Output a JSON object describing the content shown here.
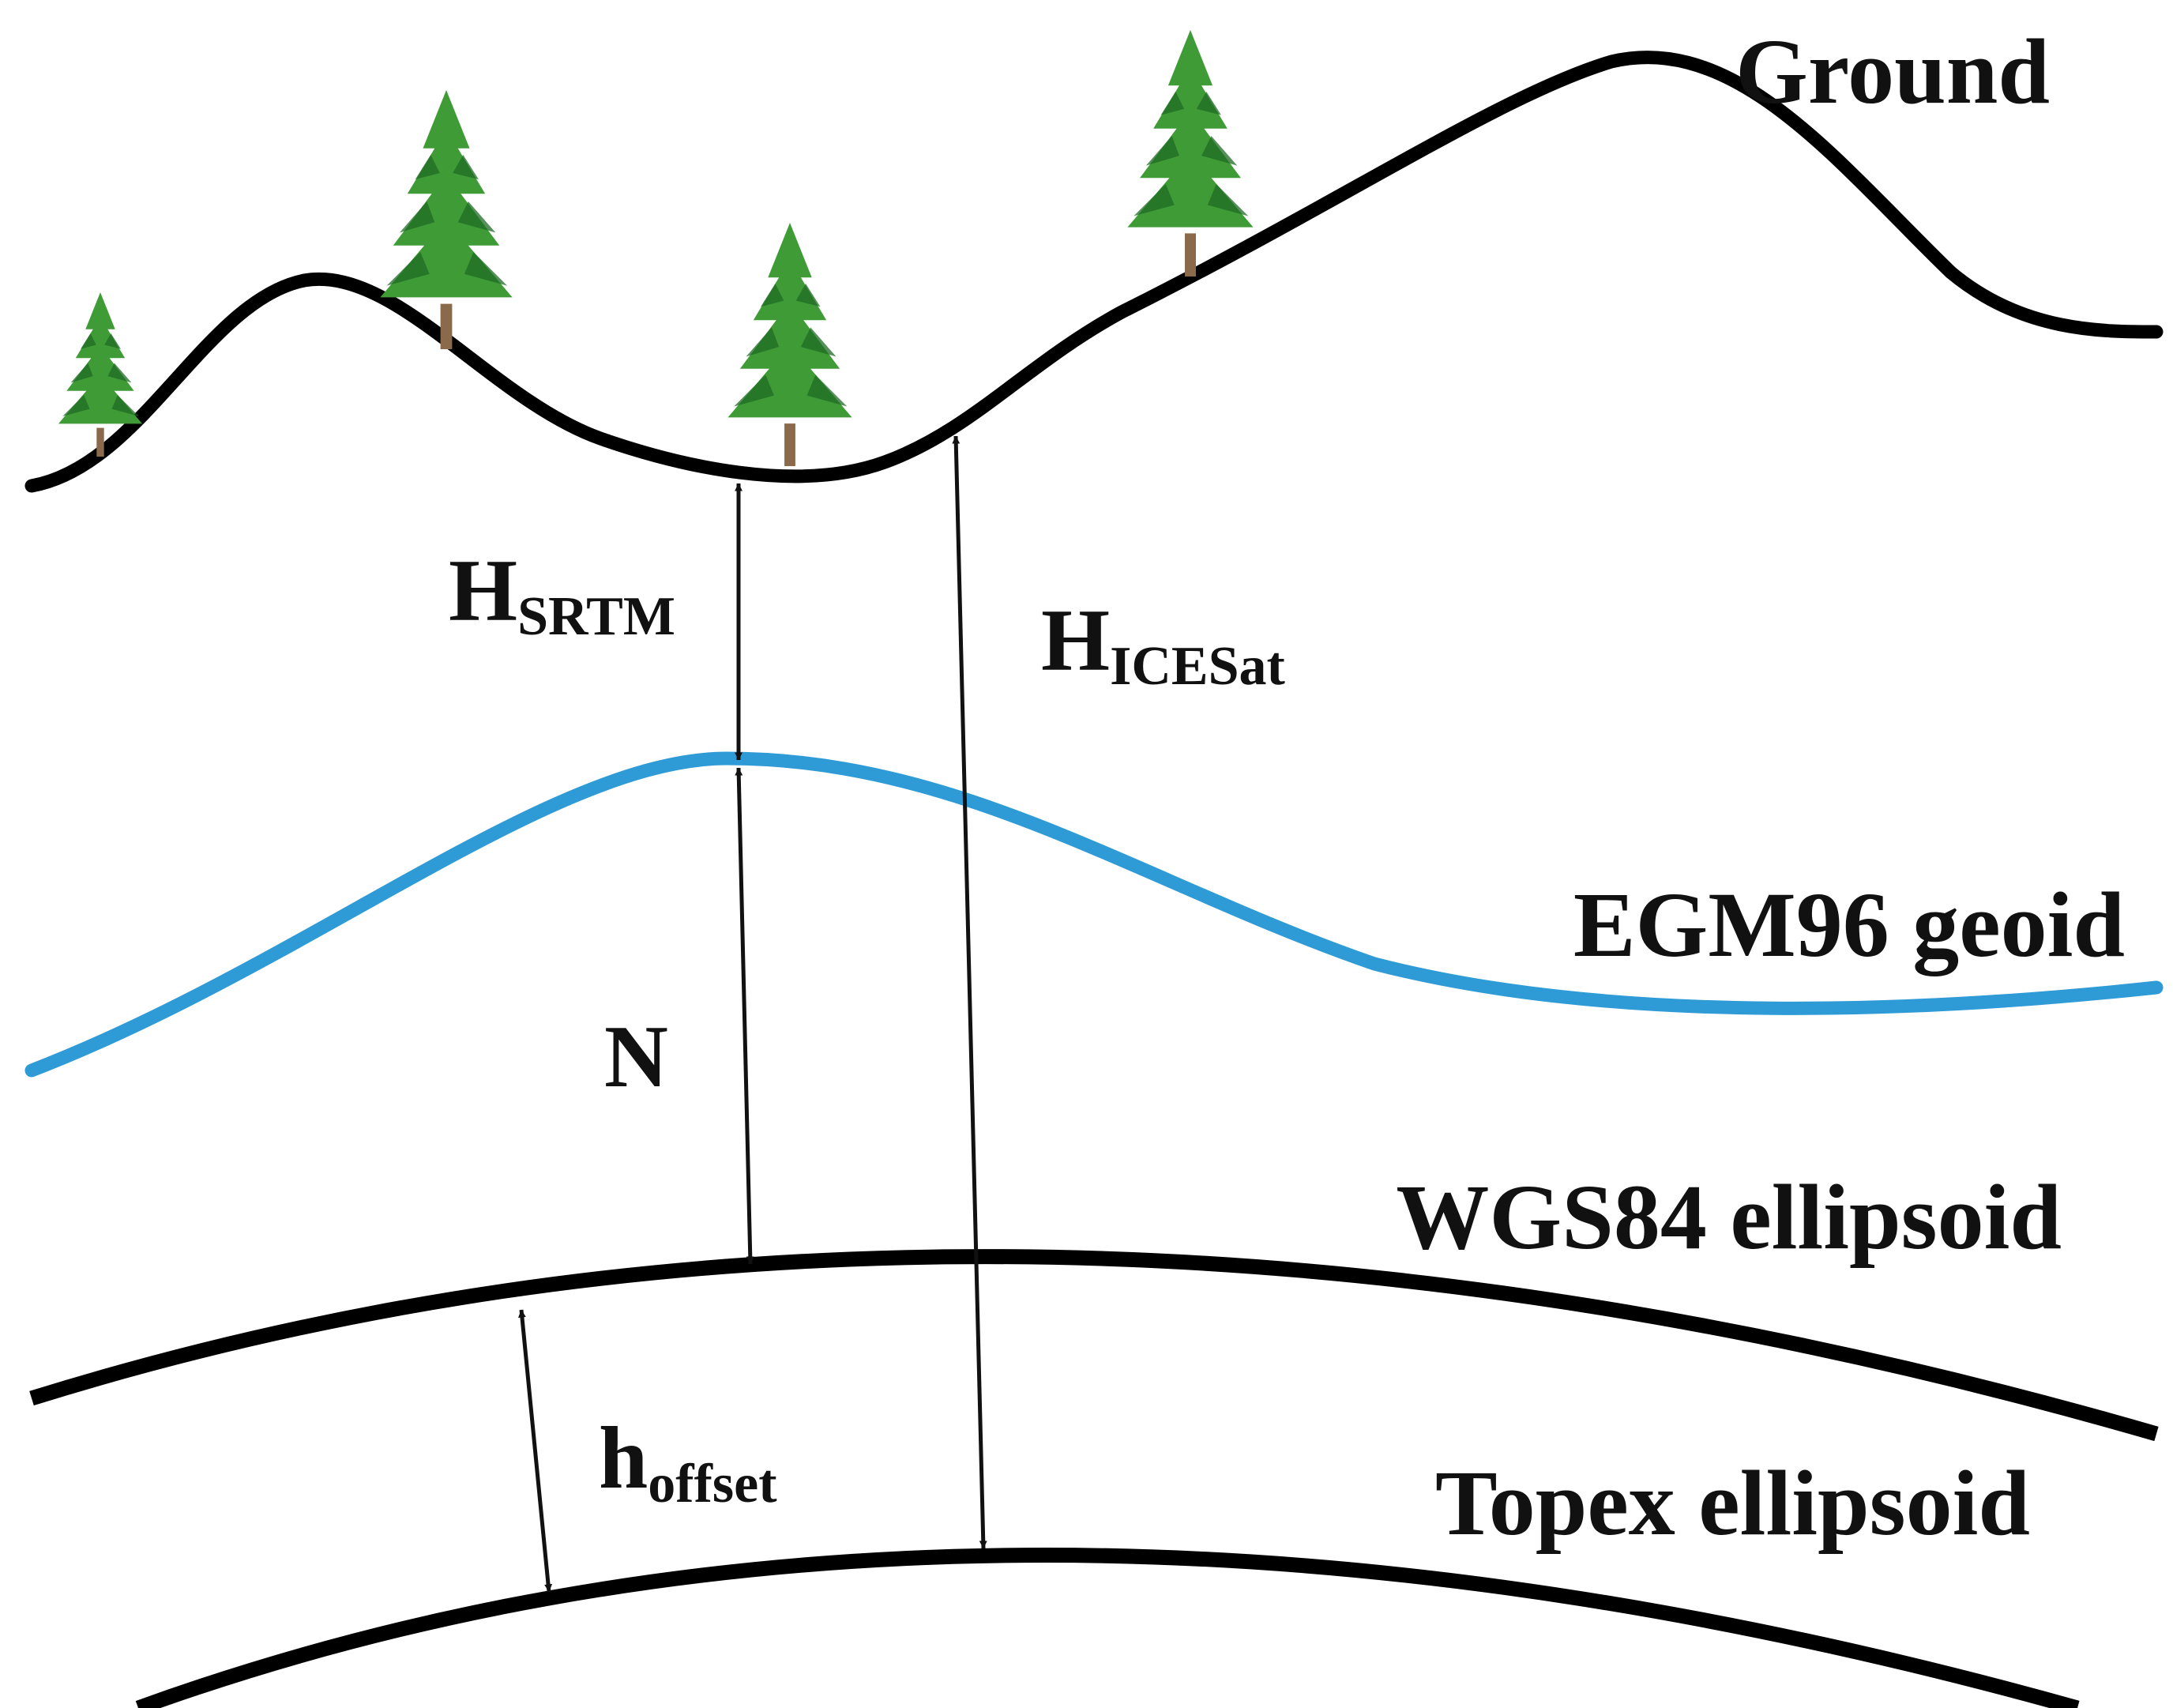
{
  "labels": {
    "ground": "Ground",
    "geoid": "EGM96 geoid",
    "wgs84": "WGS84 ellipsoid",
    "topex": "Topex ellipsoid",
    "h_srtm": {
      "main": "H",
      "sub": "SRTM"
    },
    "h_icesat": {
      "main": "H",
      "sub": "ICESat"
    },
    "n": "N",
    "h_offset": {
      "main": "h",
      "sub": "offset"
    }
  },
  "icons": {
    "tree": "pine-tree-icon"
  },
  "colors": {
    "ground_line": "#000000",
    "geoid_line": "#2e9bd6",
    "ellipsoid_line": "#000000",
    "arrow": "#111111",
    "tree_foliage": "#3f9b36",
    "tree_trunk": "#8a6a4a"
  }
}
